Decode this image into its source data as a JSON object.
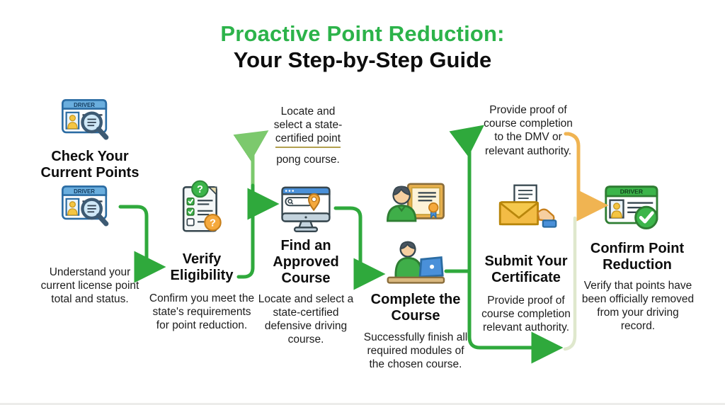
{
  "title": {
    "line1": "Proactive Point Reduction:",
    "line2": "Your Step-by-Step Guide"
  },
  "colors": {
    "title_green": "#2cb34a",
    "arrow_green": "#2fa93c",
    "arrow_green_light": "#7cc96d",
    "arrow_pale": "#dfe8cd",
    "arrow_orange": "#f0b452",
    "underline_tan": "#b2a04f"
  },
  "notes": {
    "find_course": {
      "line1": "Locate  and",
      "line2": "select a state-",
      "underlined": "certified point",
      "line3": "pong course."
    },
    "submit_proof": {
      "text": "Provide proof of course completion to the DMV or relevant authority."
    }
  },
  "steps": [
    {
      "title": "Check Your Current Points",
      "description": "Understand your current license point total and status.",
      "icons": [
        "driver-license-magnifier-icon",
        "driver-license-magnifier-icon"
      ],
      "card_label": "DRIVER"
    },
    {
      "title": "Verify Eligibility",
      "description": "Confirm you meet the state's requirements for point reduction.",
      "icons": [
        "eligibility-checklist-icon"
      ]
    },
    {
      "title": "Find an Approved Course",
      "description": "Locate and select a state-certified defensive driving course.",
      "icons": [
        "course-search-monitor-icon"
      ]
    },
    {
      "title": "Complete the Course",
      "description": "Successfully finish all required modules of the chosen course.",
      "icons": [
        "graduate-certificate-icon",
        "student-laptop-icon"
      ]
    },
    {
      "title": "Submit Your Certificate",
      "description": "Provide proof of course completion relevant authority.",
      "icons": [
        "envelope-document-icon"
      ]
    },
    {
      "title": "Confirm Point Reduction",
      "description": "Verify that points have been officially removed from your driving record.",
      "icons": [
        "driver-license-check-icon"
      ],
      "card_label": "DRIVER"
    }
  ]
}
